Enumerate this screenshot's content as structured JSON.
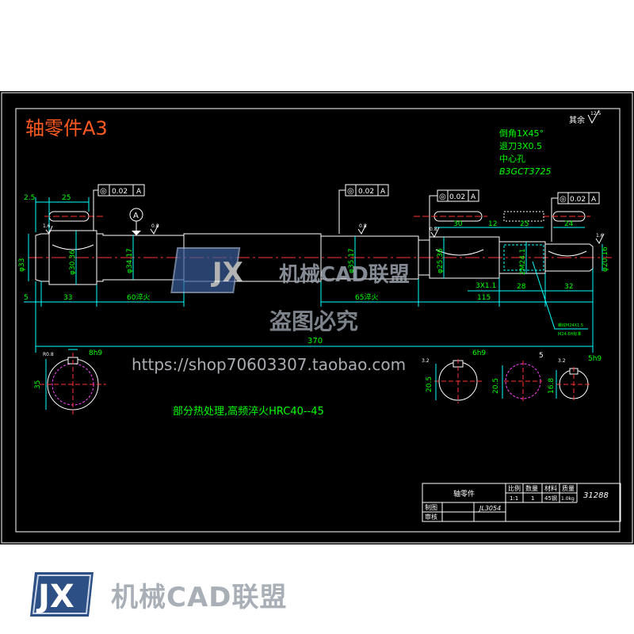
{
  "title": "轴零件A3",
  "notes": [
    "倒角1X45°",
    "退刀3X0.5",
    "中心孔",
    "B3GCT3725"
  ],
  "surface_rest": "其余",
  "roughness": {
    "rest": "12.5",
    "r1": "0.8",
    "r2": "0.8",
    "r3": "0.8",
    "r4": "1.6",
    "r5": "1.6",
    "r6": "3.2",
    "r7": "3.2"
  },
  "tolerance_frames": [
    {
      "sym": "◎",
      "val": "0.02",
      "ref": "A"
    },
    {
      "sym": "◎",
      "val": "0.02",
      "ref": "A"
    },
    {
      "sym": "◎",
      "val": "0.02",
      "ref": "A"
    },
    {
      "sym": "◎",
      "val": "0.02",
      "ref": "A"
    }
  ],
  "datum": "A",
  "dims": {
    "d1": "2.5",
    "d2": "25",
    "d3": "30",
    "d4": "12",
    "d5": "25",
    "d6": "24",
    "phi33": "φ33",
    "phi30": "φ30.36",
    "phi34": "φ34.17",
    "phi35": "φ35.17",
    "phi25": "φ25.36",
    "phim24": "2M24.1",
    "phi20": "φ20.16",
    "b5": "5",
    "b33": "33",
    "b60": "60淬火",
    "b65": "65淬火",
    "b115": "115",
    "b3x1": "3X1.1",
    "b28": "28",
    "b32": "32",
    "total": "370"
  },
  "thread_note": [
    "螺纹M24X1.5",
    "M24-6H标准"
  ],
  "sections": {
    "s1_w": "8h9",
    "s1_h": "35",
    "s1_t": "R0.8",
    "s2_w": "6h9",
    "s2_h": "20.5",
    "s3_h": "20.5",
    "s3_t": "5",
    "s4_w": "5h9",
    "s4_h": "16.8"
  },
  "heat_treatment": "部分热处理,高频淬火HRC40--45",
  "title_block": {
    "part_name": "轴零件",
    "h_scale": "比例",
    "h_qty": "数量",
    "h_mat": "材料",
    "h_weight": "质量",
    "v_scale": "1:1",
    "v_qty": "1",
    "v_mat": "45钢",
    "v_weight": "1.0kg",
    "drawing_no": "31288",
    "draw": "制图",
    "check": "审核",
    "code": "JL3054"
  },
  "watermark": {
    "brand": "机械CAD联盟",
    "slogan": "盗图必究",
    "url": "https://shop70603307.taobao.com"
  },
  "logo_text": "JX",
  "footer": "机械CAD联盟",
  "colors": {
    "line": "#ffffff",
    "green": "#00ff00",
    "cyan": "#00ffff",
    "red": "#ff3333",
    "magenta": "#ff44ff",
    "orange": "#ff5a1f",
    "yellow": "#ffff00"
  }
}
